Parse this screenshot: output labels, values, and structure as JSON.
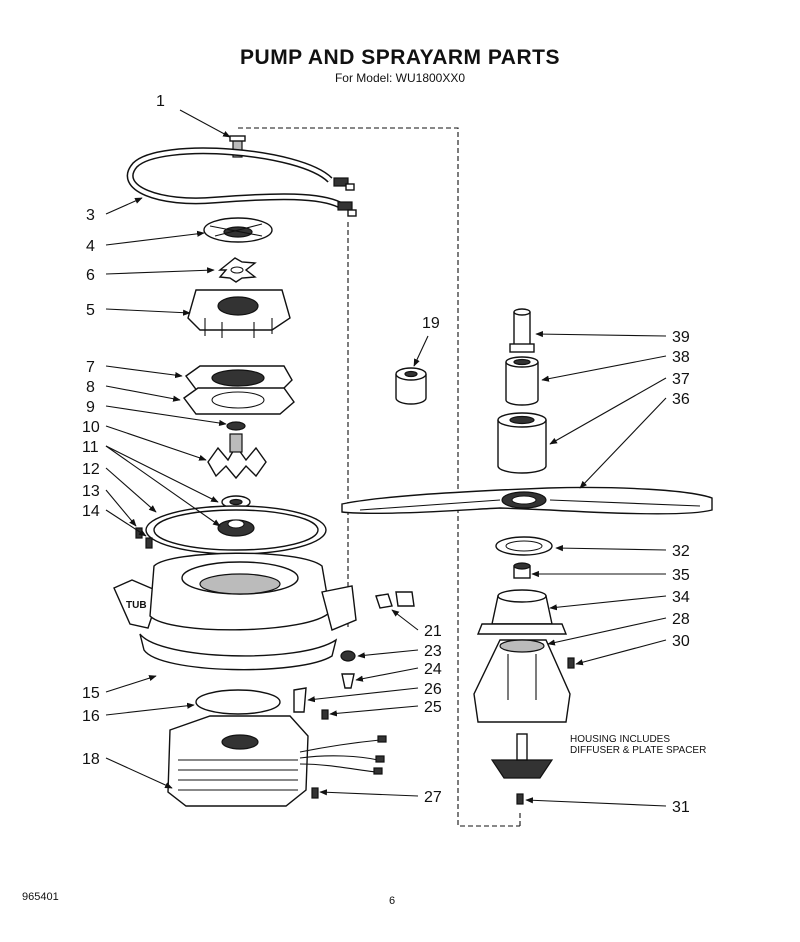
{
  "header": {
    "title": "PUMP AND SPRAYARM PARTS",
    "subtitle": "For Model: WU1800XX0"
  },
  "footer": {
    "doc_number": "965401",
    "page_number": "6"
  },
  "callouts": [
    "1",
    "3",
    "4",
    "6",
    "5",
    "7",
    "8",
    "9",
    "10",
    "11",
    "12",
    "13",
    "14",
    "15",
    "16",
    "18",
    "19",
    "21",
    "23",
    "24",
    "26",
    "25",
    "27",
    "39",
    "38",
    "37",
    "36",
    "32",
    "35",
    "34",
    "28",
    "30",
    "31"
  ],
  "labels": {
    "tub": "TUB",
    "housing_note_line1": "HOUSING INCLUDES",
    "housing_note_line2": "DIFFUSER & PLATE SPACER"
  }
}
